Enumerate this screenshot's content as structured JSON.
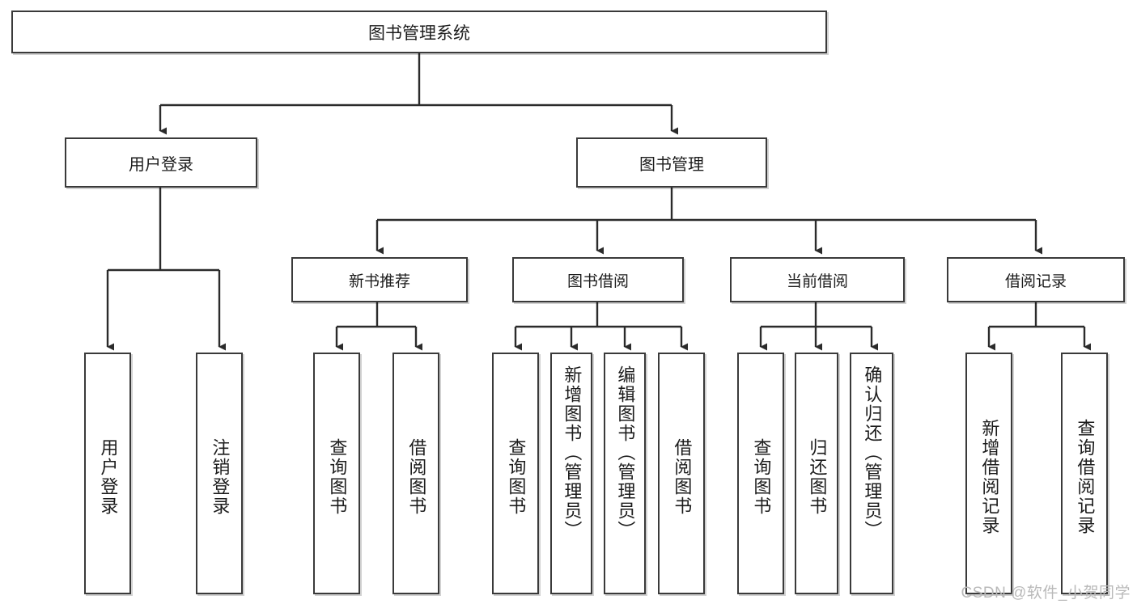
{
  "diagram": {
    "type": "tree-hierarchy",
    "title": "图书管理系统",
    "root": {
      "label": "图书管理系统"
    },
    "level1": [
      {
        "label": "用户登录"
      },
      {
        "label": "图书管理"
      }
    ],
    "level2": [
      {
        "label": "新书推荐"
      },
      {
        "label": "图书借阅"
      },
      {
        "label": "当前借阅"
      },
      {
        "label": "借阅记录"
      }
    ],
    "leaves": {
      "user_login": [
        {
          "label": "用户登录"
        },
        {
          "label": "注销登录"
        }
      ],
      "new_book_recommend": [
        {
          "label": "查询图书"
        },
        {
          "label": "借阅图书"
        }
      ],
      "book_borrow": [
        {
          "label": "查询图书"
        },
        {
          "label": "新增图书（管理员）"
        },
        {
          "label": "编辑图书（管理员）"
        },
        {
          "label": "借阅图书"
        }
      ],
      "current_borrow": [
        {
          "label": "查询图书"
        },
        {
          "label": "归还图书"
        },
        {
          "label": "确认归还（管理员）"
        }
      ],
      "borrow_records": [
        {
          "label": "新增借阅记录"
        },
        {
          "label": "查询借阅记录"
        }
      ]
    }
  },
  "watermark": {
    "text": "CSDN @软件_小贺同学"
  },
  "colors": {
    "box_border": "#3a3a3a",
    "box_fill": "#ffffff",
    "link": "#2b2b2b",
    "text": "#1c1c1c",
    "watermark": "#b9b9b9"
  }
}
